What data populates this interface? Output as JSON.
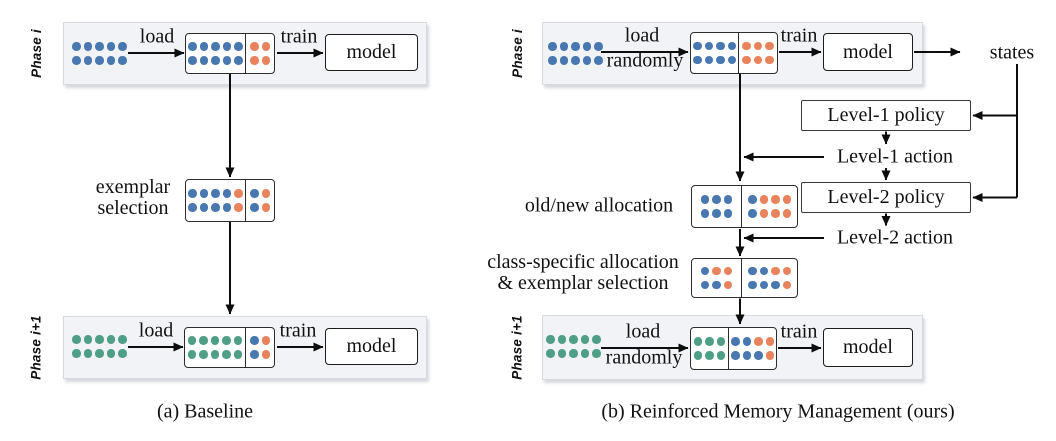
{
  "colors": {
    "b": "#4878af",
    "o": "#e8835d",
    "g": "#4f9e86"
  },
  "dash_color": "#d24040",
  "diagram_a": {
    "caption": "(a) Baseline",
    "phase_i": {
      "label": "Phase i",
      "load": "load",
      "train": "train",
      "model": "model",
      "input_dots": [
        [
          "b",
          "b",
          "b",
          "b",
          "b"
        ],
        [
          "b",
          "b",
          "b",
          "b",
          "b"
        ]
      ],
      "memory_left": [
        [
          "b",
          "b",
          "b",
          "b",
          "b"
        ],
        [
          "b",
          "b",
          "b",
          "b",
          "b"
        ]
      ],
      "memory_right": [
        [
          "o",
          "o"
        ],
        [
          "o",
          "o"
        ]
      ]
    },
    "exemplar": {
      "label_line1": "exemplar",
      "label_line2": "selection",
      "left_dots": [
        [
          "b",
          "b",
          "b",
          "b",
          "o"
        ],
        [
          "b",
          "b",
          "b",
          "b",
          "o"
        ]
      ],
      "right_dots": [
        [
          "b",
          "o"
        ],
        [
          "b",
          "o"
        ]
      ]
    },
    "phase_i1": {
      "label": "Phase i+1",
      "load": "load",
      "train": "train",
      "model": "model",
      "input_dots": [
        [
          "g",
          "g",
          "g",
          "g",
          "g"
        ],
        [
          "g",
          "g",
          "g",
          "g",
          "g"
        ]
      ],
      "memory_left": [
        [
          "g",
          "g",
          "g",
          "g",
          "g"
        ],
        [
          "g",
          "g",
          "g",
          "g",
          "g"
        ]
      ],
      "memory_right": [
        [
          "b",
          "o"
        ],
        [
          "b",
          "o"
        ]
      ]
    }
  },
  "diagram_b": {
    "caption": "(b) Reinforced Memory Management (ours)",
    "phase_i": {
      "label": "Phase i",
      "load": "load",
      "randomly": "randomly",
      "train": "train",
      "model": "model",
      "states": "states",
      "input_dots": [
        [
          "b",
          "b",
          "b",
          "b",
          "b"
        ],
        [
          "b",
          "b",
          "b",
          "b",
          "b"
        ]
      ],
      "memory_left": [
        [
          "b",
          "b",
          "b",
          "b"
        ],
        [
          "b",
          "b",
          "b",
          "b"
        ]
      ],
      "memory_right": [
        [
          "o",
          "o",
          "o"
        ],
        [
          "o",
          "o",
          "o"
        ]
      ]
    },
    "policies": {
      "level1_policy": "Level-1 policy",
      "level1_action": "Level-1 action",
      "level2_policy": "Level-2 policy",
      "level2_action": "Level-2 action"
    },
    "allocation": {
      "label": "old/new allocation",
      "left_dots": [
        [
          "b",
          "b",
          "b"
        ],
        [
          "b",
          "b",
          "b"
        ]
      ],
      "right_dots": [
        [
          "b",
          "o",
          "o",
          "o"
        ],
        [
          "b",
          "o",
          "o",
          "o"
        ]
      ]
    },
    "class_allocation": {
      "label_line1": "class-specific allocation",
      "label_line2": "& exemplar selection",
      "left_dots": [
        [
          "b",
          "o",
          "o"
        ],
        [
          "b",
          "b",
          "o"
        ]
      ],
      "right_dots": [
        [
          "b",
          "b",
          "o",
          "o"
        ],
        [
          "b",
          "b",
          "b",
          "o"
        ]
      ]
    },
    "phase_i1": {
      "label": "Phase i+1",
      "load": "load",
      "randomly": "randomly",
      "train": "train",
      "model": "model",
      "input_dots": [
        [
          "g",
          "g",
          "g",
          "g",
          "g"
        ],
        [
          "g",
          "g",
          "g",
          "g",
          "g"
        ]
      ],
      "memory_left": [
        [
          "g",
          "g",
          "g"
        ],
        [
          "g",
          "g",
          "g"
        ]
      ],
      "memory_right": [
        [
          "b",
          "b",
          "o",
          "o"
        ],
        [
          "b",
          "b",
          "b",
          "o"
        ]
      ]
    }
  }
}
